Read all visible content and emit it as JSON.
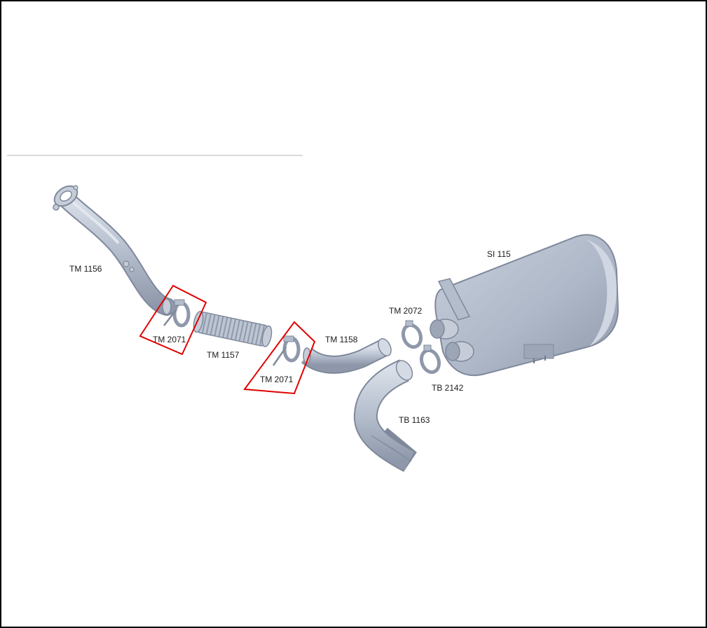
{
  "labels": {
    "tm1156": "TM 1156",
    "tm2071_left": "TM 2071",
    "tm1157": "TM 1157",
    "tm2071_right": "TM 2071",
    "tm1158": "TM 1158",
    "tm2072": "TM 2072",
    "tb2142": "TB 2142",
    "tb1163": "TB 1163",
    "si115": "SI 115"
  },
  "colors": {
    "part_fill": "#b3bdcc",
    "part_dark": "#8c96a8",
    "part_light": "#d5dbe5",
    "highlight": "#e00000",
    "frame": "#000000"
  }
}
